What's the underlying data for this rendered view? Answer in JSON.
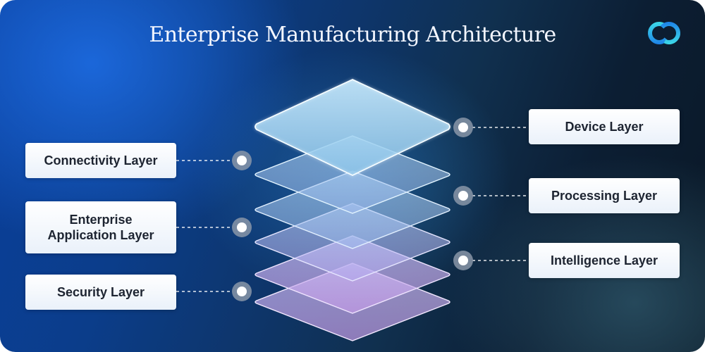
{
  "title": "Enterprise Manufacturing Architecture",
  "logo": {
    "icon": "interlocking-circles-logo-icon",
    "colors": [
      "#2fd0e0",
      "#1b7be8"
    ]
  },
  "left_labels": {
    "connectivity": "Connectivity Layer",
    "enterprise_line1": "Enterprise",
    "enterprise_line2": "Application Layer",
    "security": "Security Layer"
  },
  "right_labels": {
    "device": "Device Layer",
    "processing": "Processing Layer",
    "intelligence": "Intelligence Layer"
  },
  "colors": {
    "background_start": "#0a3f9c",
    "background_end": "#0a1826",
    "layer_top": "#bfe6ff",
    "layer_bottom": "#d9b8ef",
    "label_text": "#1d2431"
  }
}
